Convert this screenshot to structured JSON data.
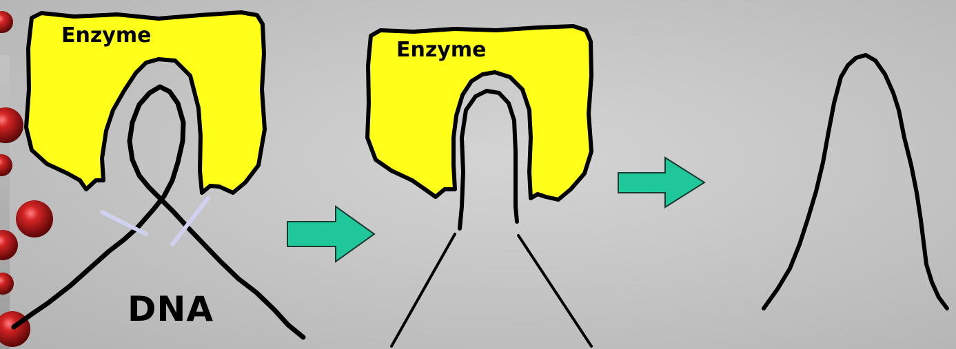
{
  "panels": [
    {
      "enzyme_label": "Enzyme",
      "dna_label": "DNA"
    },
    {
      "enzyme_label": "Enzyme"
    },
    {}
  ],
  "colors": {
    "enzyme_fill": "#ffff1a",
    "outline": "#000000",
    "cut_marks": "#d0d0f0",
    "arrow_fill": "#1fc79a",
    "arrow_stroke": "#1a3a30",
    "bead": "#a01818"
  },
  "icons": [
    "right-arrow-icon",
    "right-arrow-icon",
    "red-bead-decoration"
  ]
}
